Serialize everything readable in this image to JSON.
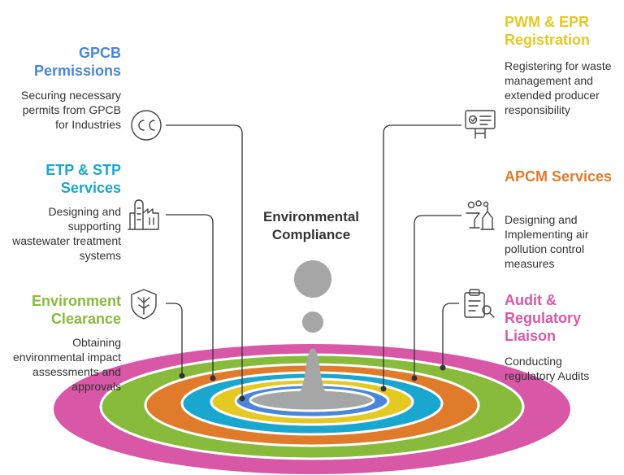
{
  "center": {
    "title": "Environmental Compliance"
  },
  "colors": {
    "gpcb": "#4A86D9",
    "etp": "#1AA7CF",
    "env": "#88BA3C",
    "pwm": "#E4C922",
    "apcm": "#E07B2C",
    "audit": "#D957A7",
    "grey": "#A6A6A6",
    "text": "#333333"
  },
  "items": [
    {
      "title": "GPCB Permissions",
      "desc": "Securing necessary permits from GPCB for Industries",
      "icon": "cc-icon"
    },
    {
      "title": "ETP & STP Services",
      "desc": "Designing and supporting wastewater treatment systems",
      "icon": "factory-icon"
    },
    {
      "title": "Environment Clearance",
      "desc": "Obtaining environmental impact assessments and approvals",
      "icon": "leaf-shield-icon"
    },
    {
      "title": "PWM & EPR Registration",
      "desc": "Registering for waste management and extended producer responsibility",
      "icon": "certificate-icon"
    },
    {
      "title": "APCM Services",
      "desc": "Designing and Implementing air pollution control measures",
      "icon": "air-pollution-icon"
    },
    {
      "title": "Audit & Regulatory Liaison",
      "desc": "Conducting regulatory Audits",
      "icon": "clipboard-search-icon"
    }
  ]
}
